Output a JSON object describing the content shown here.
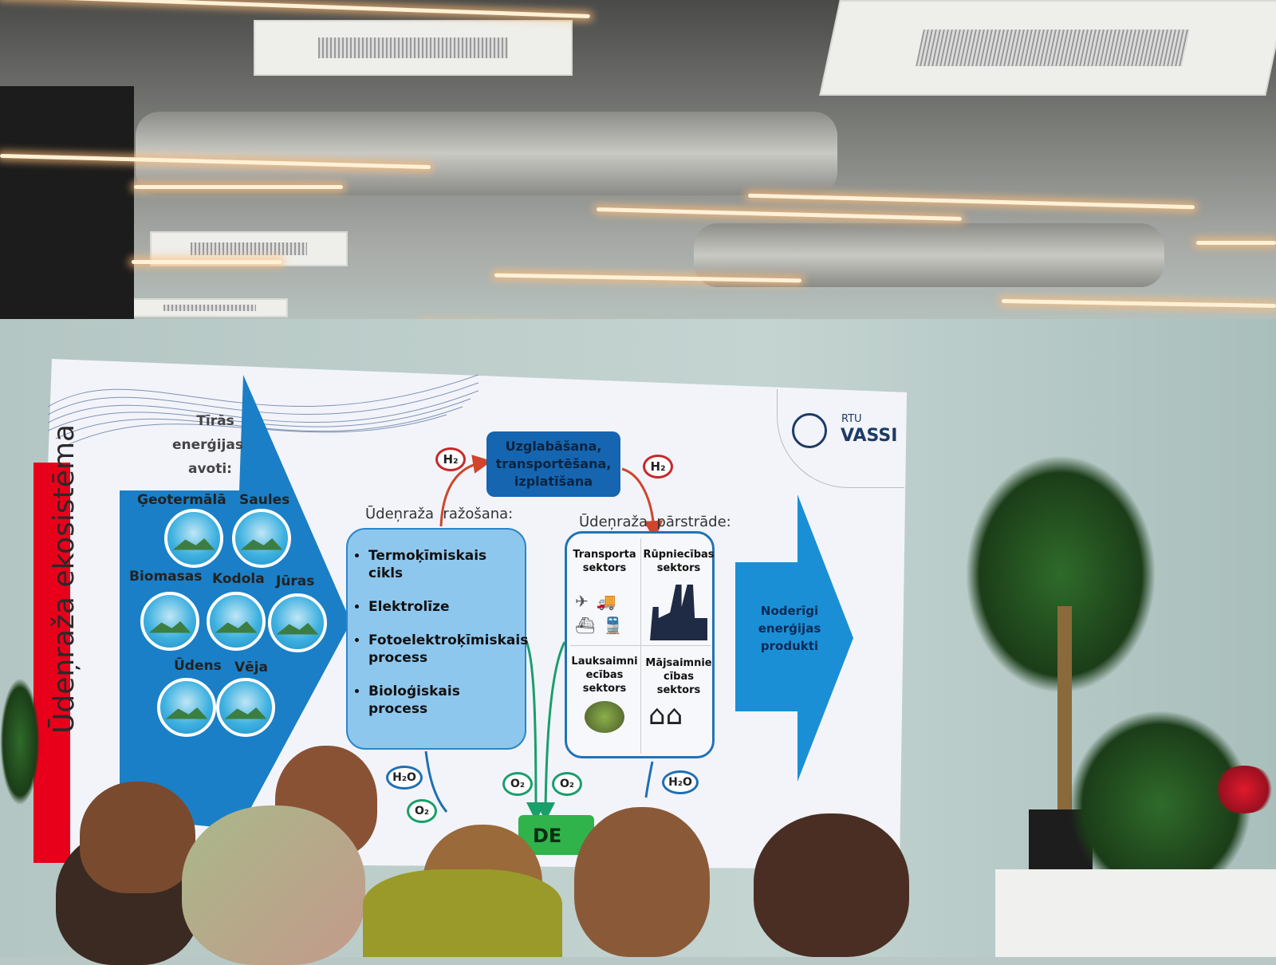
{
  "slide": {
    "title": "Ūdeņraža ekosistēma",
    "sources_heading": [
      "Tīrās",
      "enerģijas",
      "avoti:"
    ],
    "sources": [
      "Ģeotermālā",
      "Saules",
      "Biomasas",
      "Kodola",
      "Jūras",
      "Ūdens",
      "Vēja"
    ],
    "storage": [
      "Uzglabāšana,",
      "transportēšana,",
      "izplatīšana"
    ],
    "production_heading": "Ūdeņraža  ražošana:",
    "production_items": [
      "Termoķīmiskais cikls",
      "Elektrolīze",
      "Fotoelektroķīmiskais process",
      "Bioloģiskais process"
    ],
    "processing_heading": "Ūdeņraža  pārstrāde:",
    "sectors": [
      "Transporta sektors",
      "Rūpniecības sektors",
      "Lauksaimniecības sektors",
      "Mājsaimniecības sektors"
    ],
    "sector_lines": [
      [
        "Transporta",
        "sektors"
      ],
      [
        "Rūpniecības",
        "sektors"
      ],
      [
        "Lauksaimni",
        "ecības",
        "sektors"
      ],
      [
        "Mājsaimnie",
        "cības",
        "sektors"
      ]
    ],
    "output": [
      "Noderīgi",
      "enerģijas",
      "produkti"
    ],
    "chem": {
      "h2": "H₂",
      "o2": "O₂",
      "h2o": "H₂O"
    },
    "water_box": "DE",
    "logo": {
      "top": "RTU",
      "bottom": "VASSI"
    }
  },
  "colors": {
    "accent_red": "#e8001b",
    "blue": "#1a7fc6",
    "dark_blue": "#1565b0",
    "green": "#2fb34a"
  }
}
